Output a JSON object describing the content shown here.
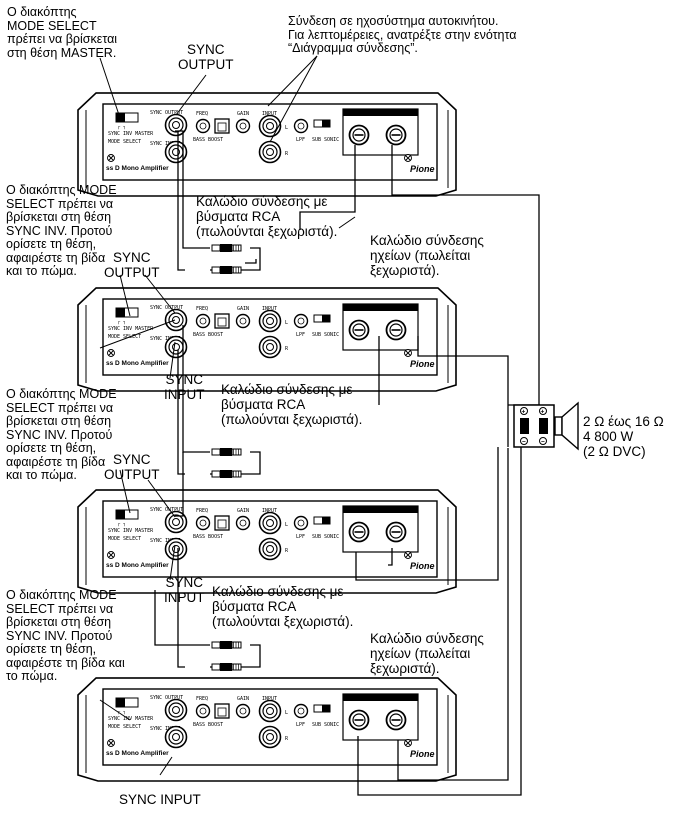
{
  "notes": {
    "master": [
      "Ο διακόπτης",
      "MODE SELECT",
      "πρέπει να βρίσκεται",
      "στη θέση MASTER."
    ],
    "syncinv_a": [
      "Ο διακόπτης MODE",
      "SELECT πρέπει να",
      "βρίσκεται στη θέση",
      "SYNC INV. Προτού",
      "ορίσετε τη θέση,",
      "αφαιρέστε τη βίδα",
      "και το πώμα."
    ],
    "syncinv_b": [
      "Ο διακόπτης MODE",
      "SELECT πρέπει να",
      "βρίσκεται στη θέση",
      "SYNC INV. Προτού",
      "ορίσετε τη θέση,",
      "αφαιρέστε τη βίδα",
      "και το πώμα."
    ],
    "syncinv_c": [
      "Ο διακόπτης MODE",
      "SELECT πρέπει να",
      "βρίσκεται στη θέση",
      "SYNC INV. Προτού",
      "ορίσετε τη θέση,",
      "αφαιρέστε τη βίδα και",
      "το πώμα."
    ],
    "car_audio": [
      "Σύνδεση σε ηχοσύστημα αυτοκινήτου.",
      "Για λεπτομέρειες, ανατρέξτε στην ενότητα",
      "“Διάγραμμα σύνδεσης”."
    ]
  },
  "labels": {
    "sync_output": [
      "SYNC",
      "OUTPUT"
    ],
    "sync_input": [
      "SYNC",
      "INPUT"
    ],
    "sync_input_bottom": "SYNC INPUT",
    "rca_cable": [
      "Καλώδιο σύνδεσης με",
      "βύσματα RCA",
      "(πωλούνται ξεχωριστά)."
    ],
    "speaker_cable": [
      "Καλώδιο σύνδεσης",
      "ηχείων (πωλείται",
      "ξεχωριστά)."
    ],
    "speaker_spec": [
      "2 Ω έως 16 Ω",
      "4 800 W",
      "(2 Ω DVC)"
    ]
  },
  "panel": {
    "sync_output": "SYNC OUTPUT",
    "sync_input": "SYNC INPUT",
    "mode_select": "MODE SELECT",
    "mode_pos": "SYNC INV  MASTER",
    "freq": "FREQ",
    "gain": "GAIN",
    "input": "INPUT",
    "bass_boost": "BASS BOOST",
    "lpf": "LPF",
    "sub_sonic": "SUB SONIC",
    "speaker_output": "SPEAKER OUTPUT",
    "model": "ss D Mono Amplifier",
    "brand": "Pione"
  },
  "icons": [
    "amplifier-unit",
    "rca-plug",
    "speaker-icon",
    "terminal-screw"
  ]
}
